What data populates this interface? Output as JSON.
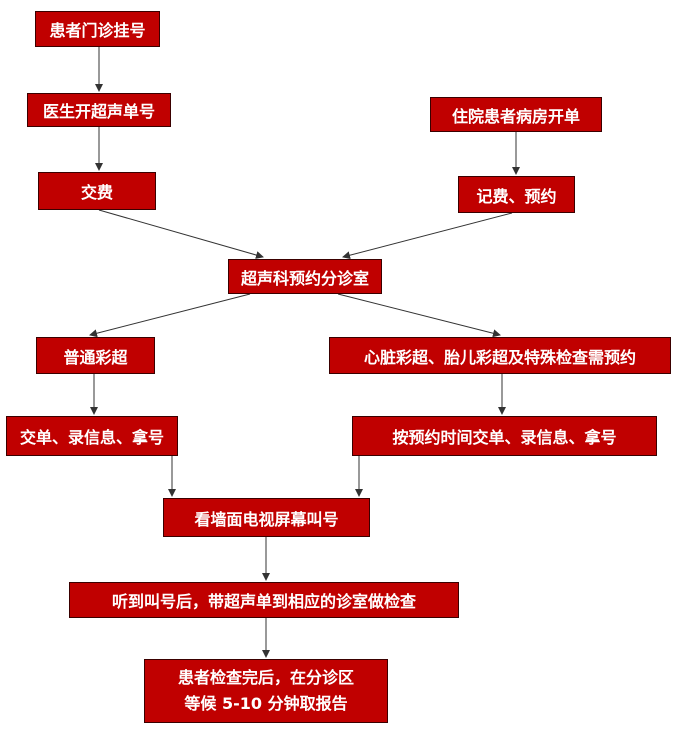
{
  "flow": {
    "outpatient_register": "患者门诊挂号",
    "doctor_order": "医生开超声单号",
    "pay": "交费",
    "inpatient_order": "住院患者病房开单",
    "inpatient_charge": "记费、预约",
    "triage": "超声科预约分诊室",
    "normal_color": "普通彩超",
    "special_exam": "心脏彩超、胎儿彩超及特殊检查需预约",
    "submit_normal": "交单、录信息、拿号",
    "submit_special": "按预约时间交单、录信息、拿号",
    "watch_screen": "看墙面电视屏幕叫号",
    "go_exam": "听到叫号后，带超声单到相应的诊室做检查",
    "finish_line1": "患者检查完后，在分诊区",
    "finish_line2": "等候 5-10 分钟取报告"
  },
  "colors": {
    "box_fill": "#c00000",
    "box_text": "#ffffff",
    "arrow": "#333333"
  }
}
